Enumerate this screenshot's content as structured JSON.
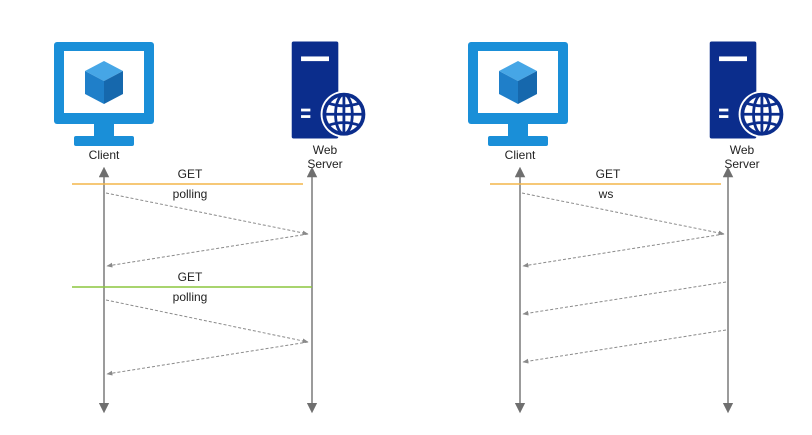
{
  "colors": {
    "monitor": "#1a8fd8",
    "monitor_dark": "#1676bd",
    "cube": "#1f7fc9",
    "server": "#0b2d8c",
    "server_accent": "#ffffff",
    "globe": "#0b2d8c",
    "lifeline": "#7a7a7a",
    "dashed": "#8a8a8a",
    "get_line_orange": "#f3b54a",
    "get_line_green": "#8cc63f"
  },
  "icons": {
    "client": "monitor-cube-icon",
    "server": "web-server-globe-icon"
  },
  "diagrams": {
    "polling": {
      "client_label": "Client",
      "server_label_1": "Web",
      "server_label_2": "Server",
      "request1_method": "GET",
      "request1_type": "polling",
      "request2_method": "GET",
      "request2_type": "polling"
    },
    "websocket": {
      "client_label": "Client",
      "server_label_1": "Web",
      "server_label_2": "Server",
      "request_method": "GET",
      "request_type": "ws"
    }
  }
}
